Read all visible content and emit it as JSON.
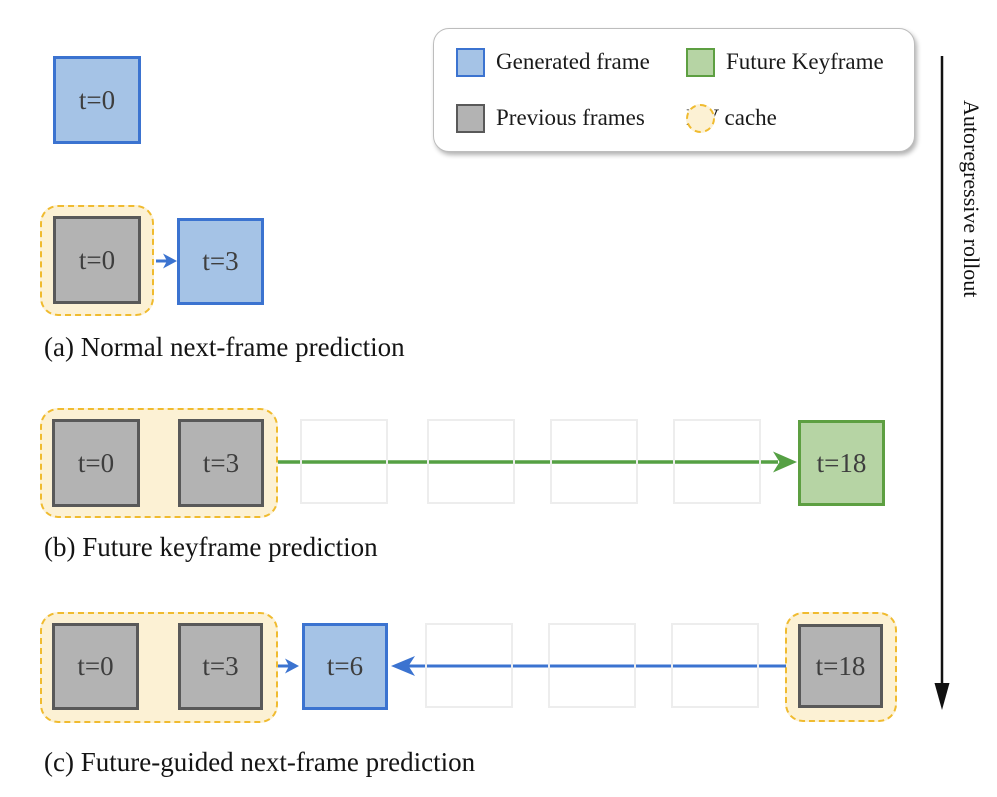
{
  "colors": {
    "generated_fill": "#a5c3e6",
    "generated_border": "#3b73d0",
    "previous_fill": "#b3b3b3",
    "previous_border": "#595959",
    "keyframe_fill": "#b6d4a4",
    "keyframe_border": "#5d9f41",
    "kv_cache_fill": "#fcf1d4",
    "kv_cache_border": "#f0bb2f",
    "placeholder_border": "#ededed",
    "green_arrow": "#55a044",
    "blue_arrow": "#3b73d0",
    "rollout_arrow": "#111111"
  },
  "intro": {
    "frame_label": "t=0"
  },
  "legend": {
    "items": [
      {
        "name": "generated-frame",
        "label": "Generated frame"
      },
      {
        "name": "future-keyframe",
        "label": "Future Keyframe"
      },
      {
        "name": "previous-frames",
        "label": "Previous frames"
      },
      {
        "name": "kv-cache",
        "label": "KV cache"
      }
    ]
  },
  "rollout": {
    "label": "Autoregressive rollout"
  },
  "row_a": {
    "caption": "(a) Normal next-frame prediction",
    "cache_frames": [
      "t=0"
    ],
    "generated_label": "t=3"
  },
  "row_b": {
    "caption": "(b) Future keyframe prediction",
    "cache_frames": [
      "t=0",
      "t=3"
    ],
    "keyframe_label": "t=18"
  },
  "row_c": {
    "caption": "(c) Future-guided next-frame prediction",
    "cache_frames": [
      "t=0",
      "t=3"
    ],
    "generated_label": "t=6",
    "guide_label": "t=18"
  }
}
